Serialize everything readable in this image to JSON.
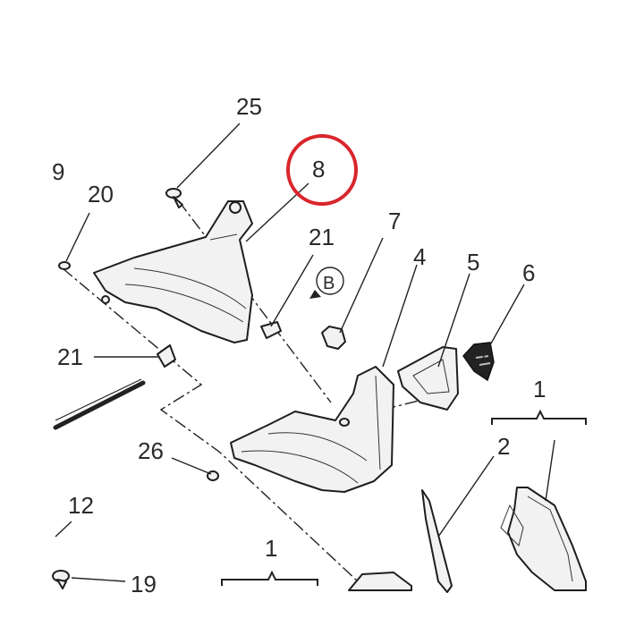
{
  "diagram": {
    "callouts": {
      "c25": "25",
      "c9": "9",
      "c20": "20",
      "c8": "8",
      "c21a": "21",
      "c7": "7",
      "c4": "4",
      "c5": "5",
      "c6": "6",
      "cB": "B",
      "c21b": "21",
      "c1a": "1",
      "c2": "2",
      "c26": "26",
      "c12": "12",
      "c1b": "1",
      "c19": "19"
    },
    "highlight_color": "#d9262c",
    "line_color": "#222222"
  }
}
